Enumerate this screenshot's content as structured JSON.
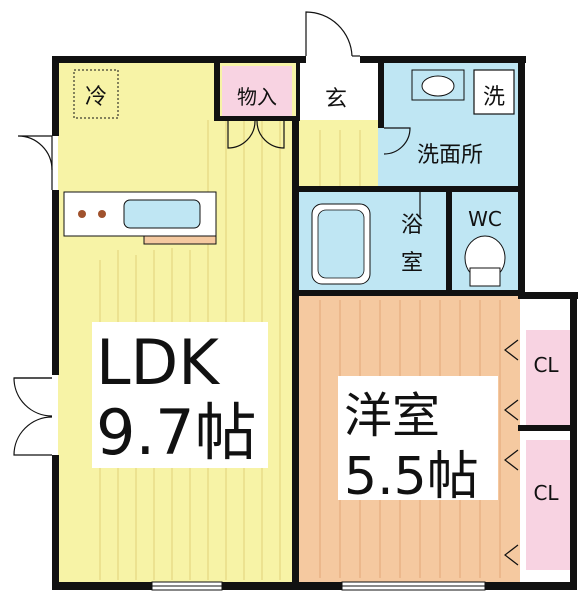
{
  "colors": {
    "ldk_floor": "#F7F3A6",
    "room_floor": "#F5C9A0",
    "wet_floor": "#BFE6F3",
    "storage_floor": "#F8D3E2",
    "wall": "#111111",
    "line": "#E2D27A"
  },
  "rooms": {
    "ldk": {
      "name": "LDK",
      "size": "9.7帖"
    },
    "western": {
      "name": "洋室",
      "size": "5.5帖"
    },
    "entrance": "玄",
    "storage": "物入",
    "fridge": "冷",
    "washer": "洗",
    "washroom": "洗面所",
    "bath_1": "浴",
    "bath_2": "室",
    "toilet": "WC",
    "closet_1": "CL",
    "closet_2": "CL"
  },
  "icons": [
    "fridge-icon",
    "washer-icon",
    "sink-icon",
    "toilet-icon",
    "bathtub-icon",
    "stove-icon",
    "kitchen-sink-icon",
    "door-swing-icon"
  ]
}
